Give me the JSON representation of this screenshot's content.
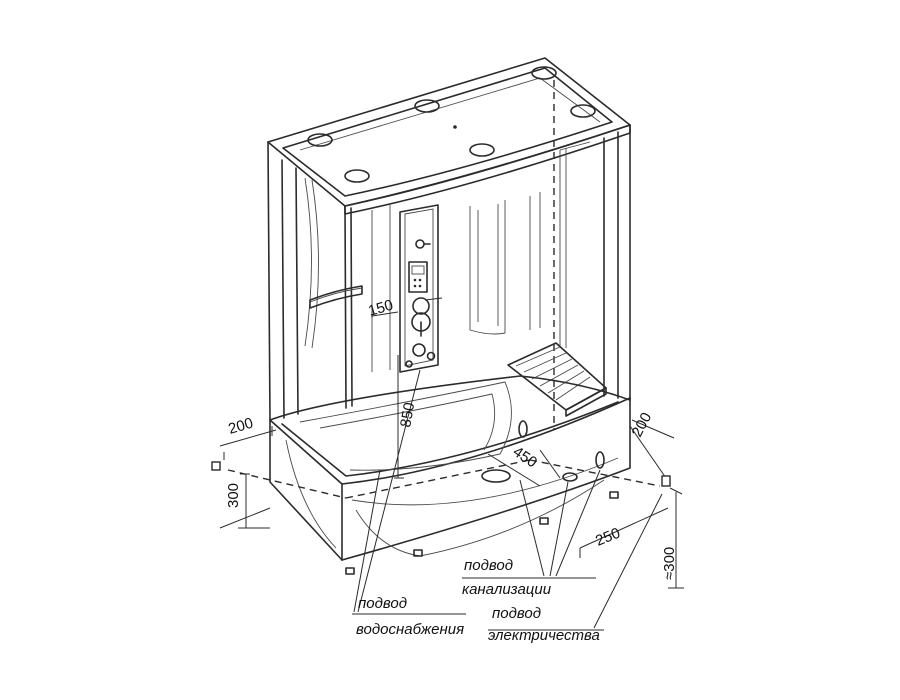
{
  "dimensions": {
    "left_offset": "200",
    "left_height": "300",
    "panel_width": "150",
    "panel_height": "850",
    "drain_offset": "450",
    "right_offset": "200",
    "right_depth": "250",
    "right_height": "≈300"
  },
  "labels": {
    "water_supply_line1": "подвод",
    "water_supply_line2": "водоснабжения",
    "sewer_line1": "подвод",
    "sewer_line2": "канализации",
    "power_line1": "подвод",
    "power_line2": "электричества"
  }
}
